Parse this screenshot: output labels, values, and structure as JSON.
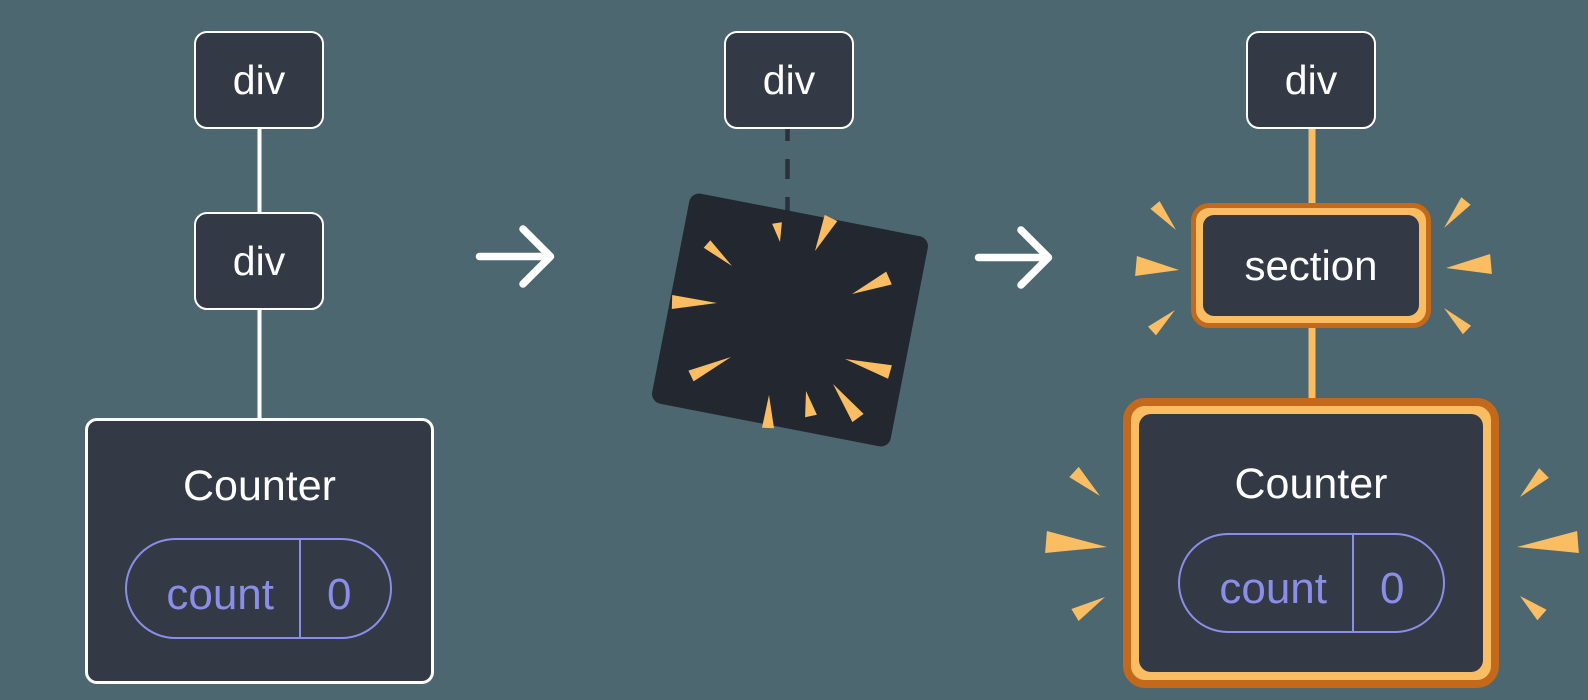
{
  "colors": {
    "background": "#4C6770",
    "node_fill": "#333945",
    "node_border": "#FFFFFF",
    "text": "#FFFFFF",
    "purple": "#8A8EE9",
    "orange_light": "#FABD62",
    "orange_dark": "#C2691B",
    "orange_line": "#FABD62",
    "explosion_fill": "#23272F",
    "dash": "#2B303B",
    "arrow": "#FFFFFF"
  },
  "panels": {
    "before": {
      "root_label": "div",
      "child_label": "div",
      "component": {
        "title": "Counter",
        "state_key": "count",
        "state_value": "0"
      }
    },
    "during": {
      "root_label": "div"
    },
    "after": {
      "root_label": "div",
      "new_child_label": "section",
      "component": {
        "title": "Counter",
        "state_key": "count",
        "state_value": "0"
      }
    }
  }
}
